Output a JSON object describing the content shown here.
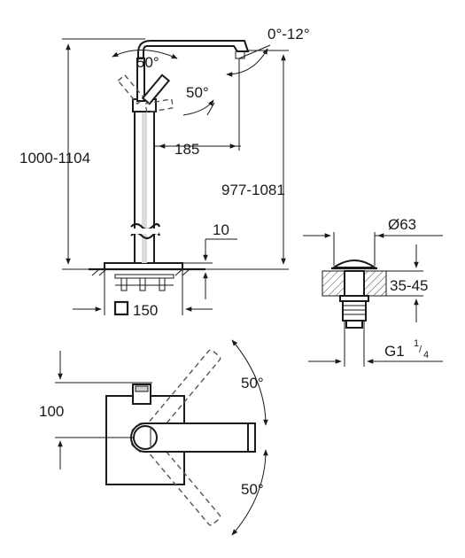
{
  "labels": {
    "angle_spout": "0°-12°",
    "angle_lever_top": "50°",
    "angle_lever_right": "50°",
    "total_height": "1000-1104",
    "spout_reach": "185",
    "spout_height": "977-1081",
    "base_thickness": "10",
    "base_size": "150",
    "waste_diameter": "Ø63",
    "waste_thickness": "35-45",
    "thread_main": "G1",
    "thread_sup": "1",
    "thread_sub": "4",
    "plan_offset": "100",
    "plan_angle_top": "50°",
    "plan_angle_bottom": "50°"
  }
}
